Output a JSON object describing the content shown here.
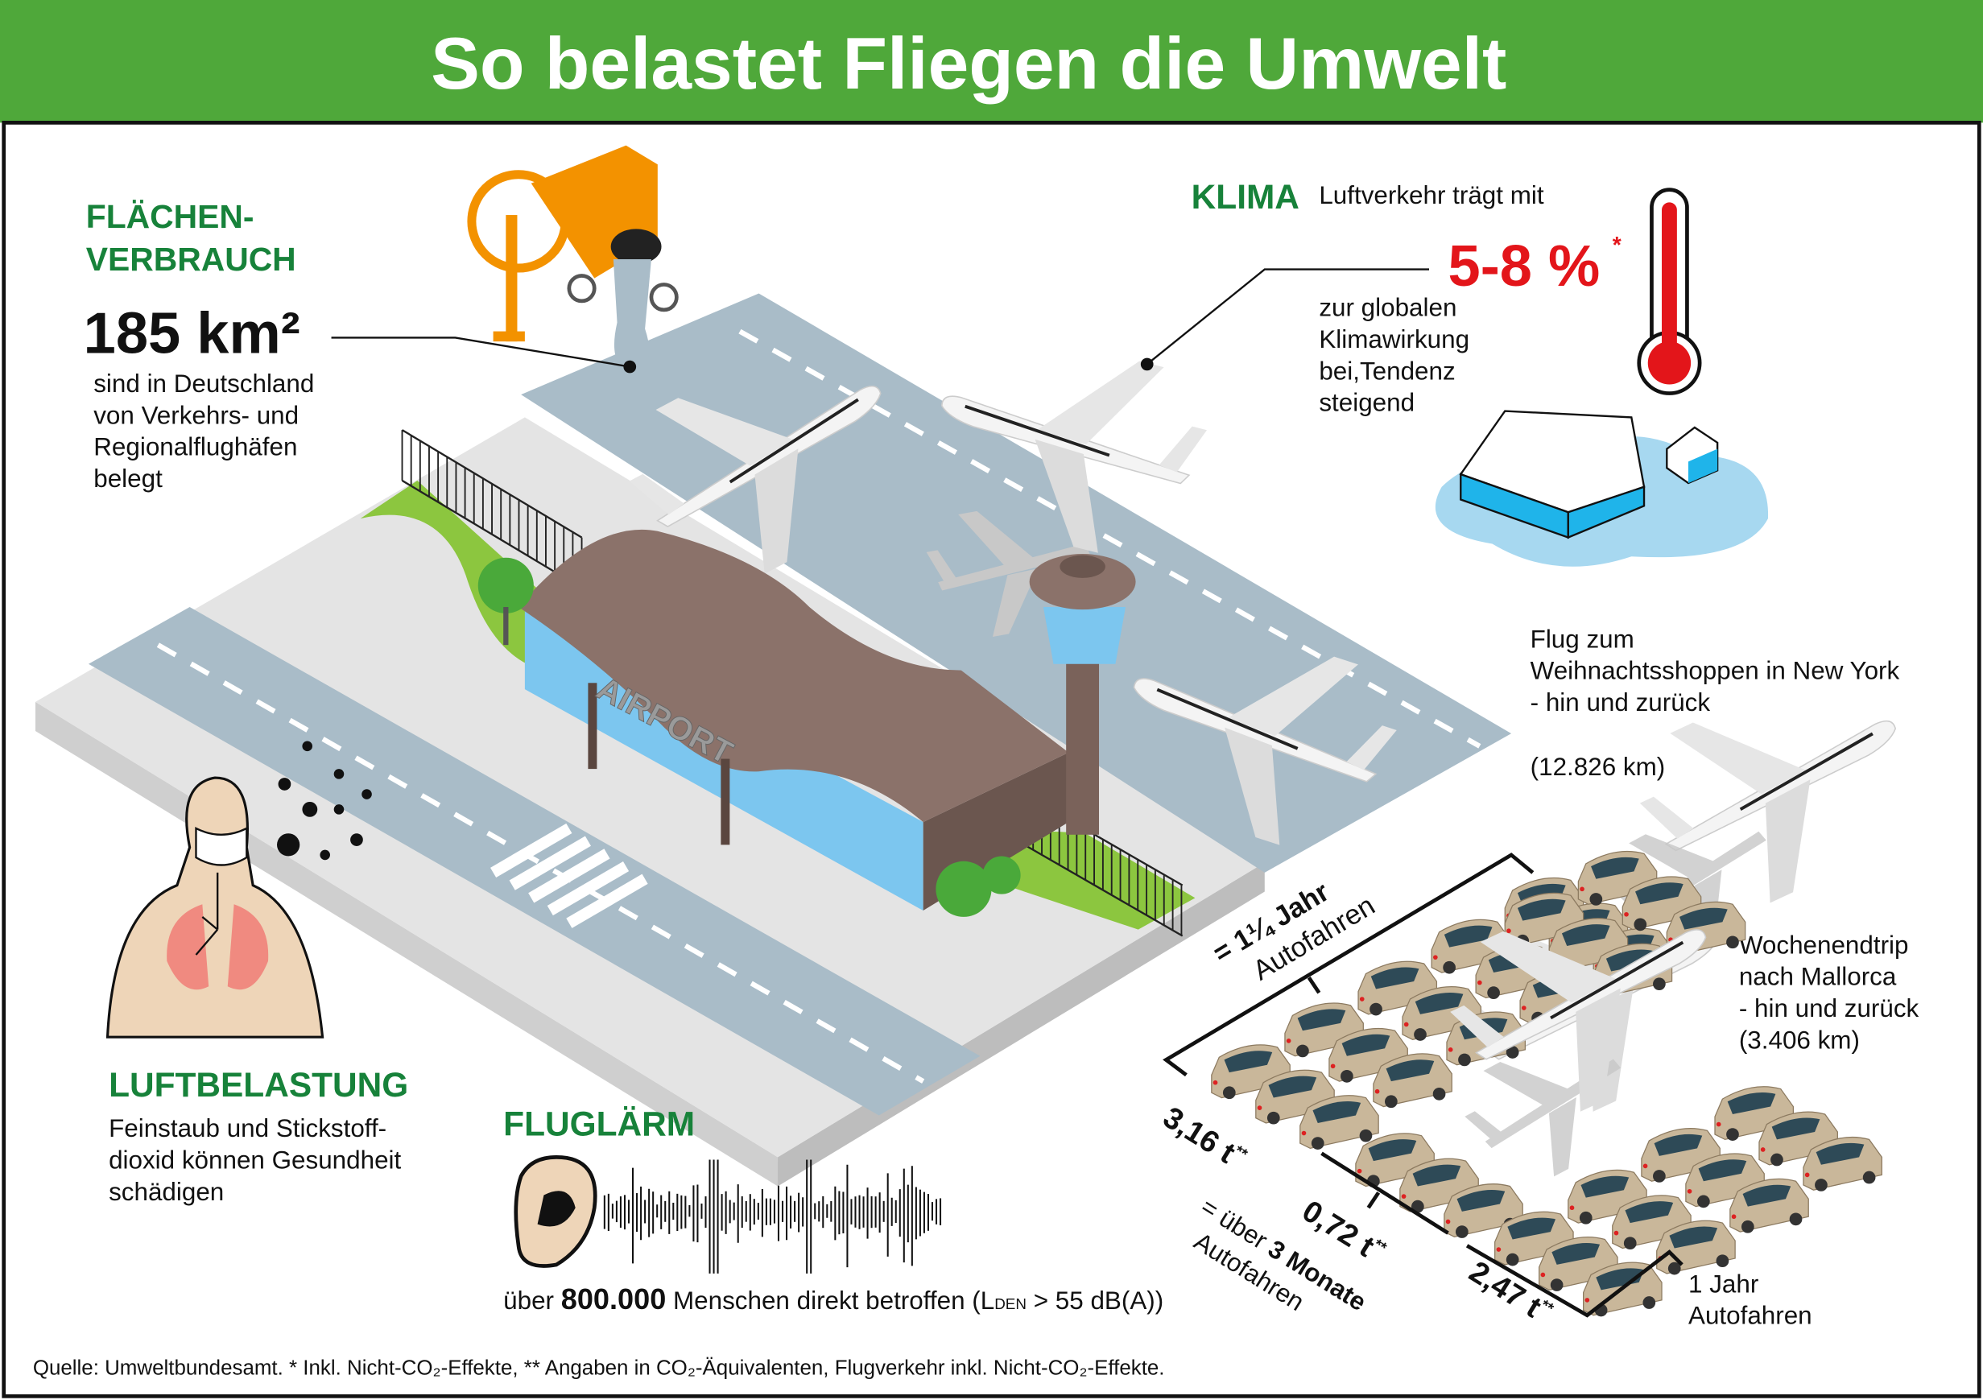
{
  "header": {
    "title": "So belastet Fliegen die Umwelt"
  },
  "flaechen": {
    "heading_1": "FLÄCHEN-",
    "heading_2": "VERBRAUCH",
    "value": "185 km²",
    "lines": [
      "sind in Deutschland",
      "von Verkehrs- und",
      "Regionalflughäfen",
      "belegt"
    ]
  },
  "klima": {
    "heading": "KLIMA",
    "intro": "Luftverkehr trägt mit",
    "value": "5-8 %",
    "asterisk": "*",
    "lines": [
      "zur globalen",
      "Klimawirkung",
      "bei,Tendenz",
      "steigend"
    ]
  },
  "airport_sign": "AIRPORT",
  "newyork": {
    "lines": [
      "Flug zum",
      "Weihnachtsshoppen in New York",
      "- hin und zurück"
    ],
    "distance": "(12.826 km)"
  },
  "mallorca": {
    "lines": [
      "Wochenendtrip",
      "nach Mallorca",
      "- hin und zurück",
      "(3.406 km)"
    ]
  },
  "comparison": {
    "ny_equiv_1": "= 1¼ Jahr",
    "ny_equiv_2": "Autofahren",
    "ny_value": "3,16 t",
    "mallorca_value": "0,72 t",
    "mallorca_equiv_1": "= über ",
    "mallorca_equiv_bold": "3 Monate",
    "mallorca_equiv_2": "Autofahren",
    "car_value": "2,47 t",
    "stars": "**",
    "car_label_1": "1 Jahr",
    "car_label_2": "Autofahren"
  },
  "luft": {
    "heading": "LUFTBELASTUNG",
    "lines": [
      "Feinstaub und Stickstoff-",
      "dioxid können Gesundheit",
      "schädigen"
    ]
  },
  "laerm": {
    "heading": "FLUGLÄRM",
    "pre": "über ",
    "number": "800.000",
    "mid": " Menschen direkt betroffen (L",
    "sub": "DEN",
    "post": " > 55 dB(A))"
  },
  "footer": {
    "source": "Quelle: Umweltbundesamt. * Inkl. Nicht-CO₂-Effekte, ** Angaben in CO₂-Äquivalenten, Flugverkehr inkl. Nicht-CO₂-Effekte."
  },
  "colors": {
    "header_green": "#4fa83a",
    "heading_green": "#17823a",
    "red": "#e3151a",
    "tarmac": "#a9bcc8",
    "ground": "#e4e4e4",
    "roof": "#8b726a",
    "glass": "#7cc6ef",
    "lawn": "#8cc63f",
    "car": "#c9b79a"
  }
}
